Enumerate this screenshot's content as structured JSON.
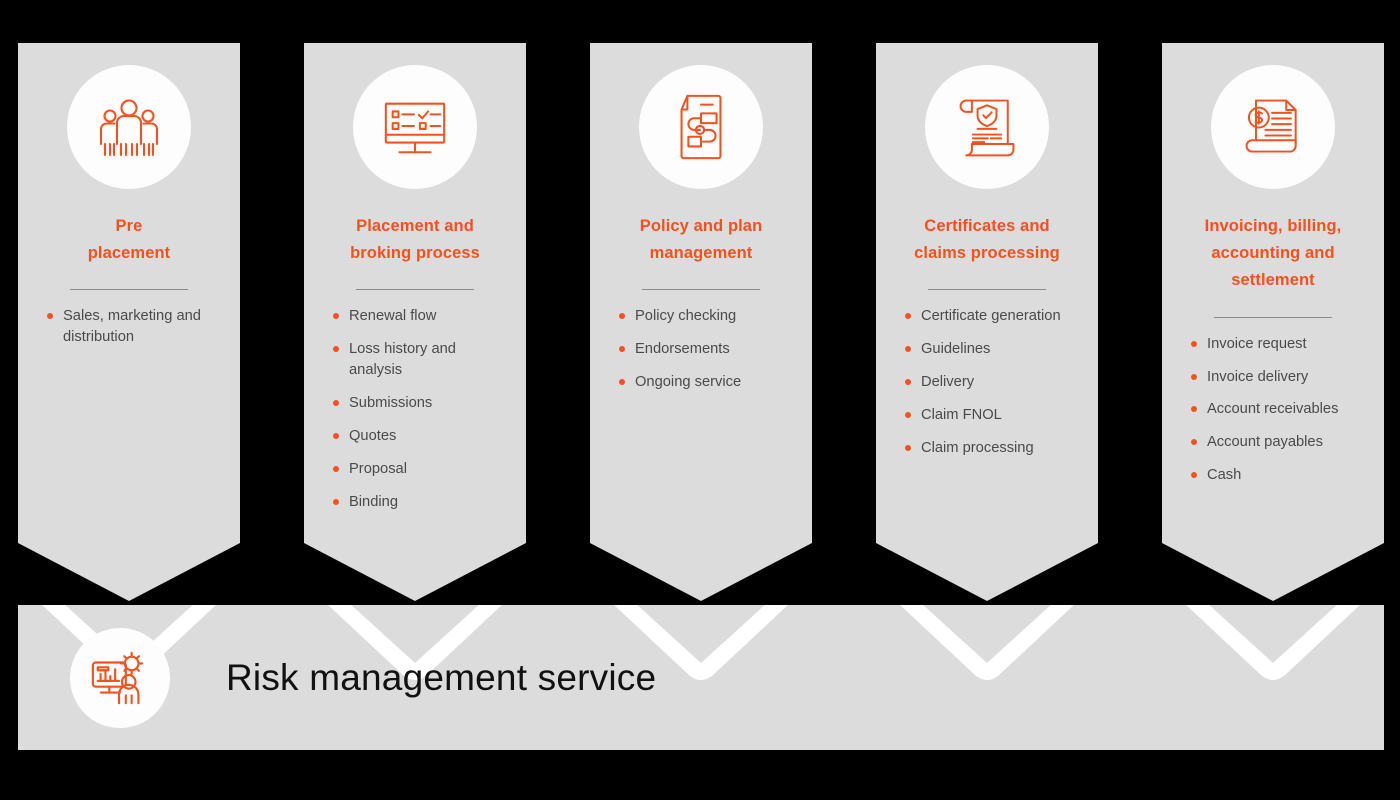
{
  "theme": {
    "background": "#000000",
    "card_bg": "#dcdcdc",
    "accent": "#f4511e",
    "body_text": "#4a4a4a",
    "divider": "#8a8a8a",
    "circle_bg": "#fdfdfd"
  },
  "stages": [
    {
      "icon": "three-people-icon",
      "title": "Pre\nplacement",
      "title_lines": [
        "Pre",
        "placement"
      ],
      "bullets": [
        "Sales, marketing and distribution"
      ]
    },
    {
      "icon": "monitor-checklist-icon",
      "title": "Placement and broking process",
      "title_lines": [
        "Placement and",
        "broking process"
      ],
      "bullets": [
        "Renewal flow",
        "Loss history and analysis",
        "Submissions",
        "Quotes",
        "Proposal",
        "Binding"
      ]
    },
    {
      "icon": "document-flowchart-icon",
      "title": "Policy and plan management",
      "title_lines": [
        "Policy and plan",
        "management"
      ],
      "bullets": [
        "Policy checking",
        "Endorsements",
        "Ongoing service"
      ]
    },
    {
      "icon": "certificate-shield-scroll-icon",
      "title": "Certificates and claims processing",
      "title_lines": [
        "Certificates and",
        "claims processing"
      ],
      "bullets": [
        "Certificate generation",
        "Guidelines",
        "Delivery",
        "Claim FNOL",
        "Claim processing"
      ]
    },
    {
      "icon": "invoice-dollar-scroll-icon",
      "title": "Invoicing, billing, accounting and settlement",
      "title_lines": [
        "Invoicing, billing,",
        "accounting and",
        "settlement"
      ],
      "bullets": [
        "Invoice request",
        "Invoice delivery",
        "Account receivables",
        "Account payables",
        "Cash"
      ]
    }
  ],
  "footer": {
    "icon": "dashboard-gear-person-icon",
    "title": "Risk management service"
  }
}
